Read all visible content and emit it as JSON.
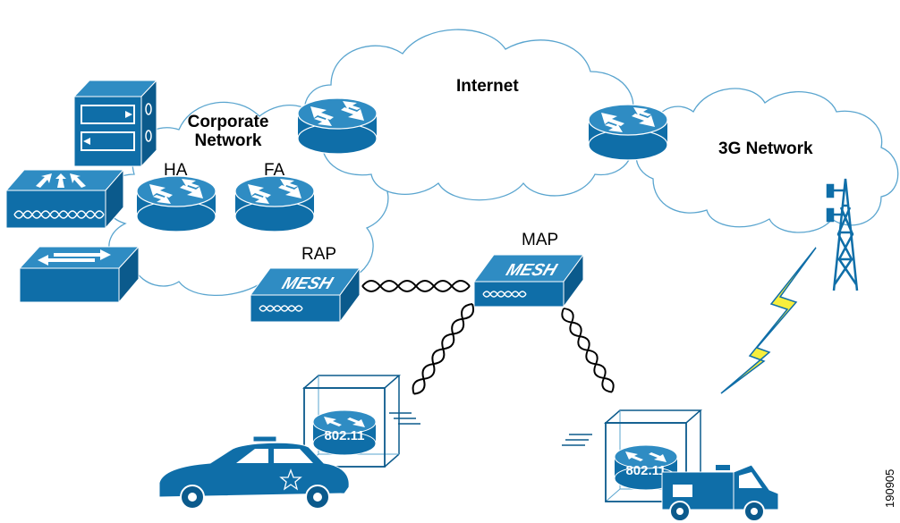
{
  "labels": {
    "internet": "Internet",
    "corporate_line1": "Corporate",
    "corporate_line2": "Network",
    "network_3g": "3G Network",
    "ha": "HA",
    "fa": "FA",
    "rap": "RAP",
    "map": "MAP",
    "figure_id": "190905"
  },
  "device_text": {
    "mesh": "MESH",
    "wifi": "802.11"
  },
  "colors": {
    "device_blue": "#0f6ea8",
    "device_top": "#2f8cc3",
    "device_dark": "#0b5a8c",
    "cloud_outline": "#5aa5cf",
    "bolt": "#f7ee3d",
    "ink": "#000000"
  },
  "icons": [
    "firewall-icon",
    "router-icon",
    "multilayer-switch-icon",
    "switch-icon",
    "mesh-access-point-icon",
    "cell-tower-icon",
    "lightning-bolt-icon",
    "police-car-icon",
    "truck-icon",
    "wireless-link-icon"
  ]
}
